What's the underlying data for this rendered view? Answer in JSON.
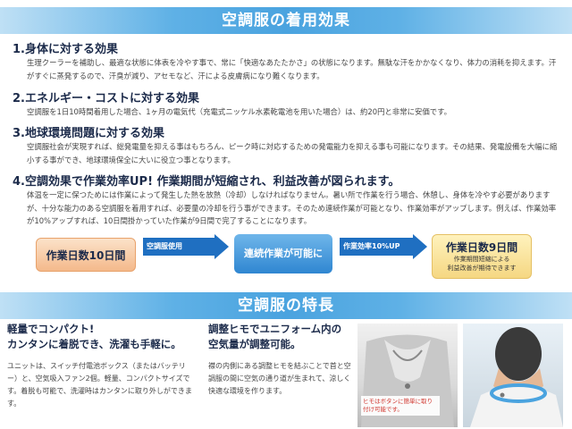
{
  "header": {
    "title": "空調服の着用効果"
  },
  "sections": [
    {
      "heading": "1.身体に対する効果",
      "body": "生理クーラーを補助し、最適な状態に体表を冷やす事で、常に「快適なあたたかさ」の状態になります。無駄な汗をかかなくなり、体力の消耗を抑えます。汗がすぐに蒸発するので、汗臭が減り、アセモなど、汗による皮膚病になり難くなります。"
    },
    {
      "heading": "2.エネルギー・コストに対する効果",
      "body": "空調服を1日10時間着用した場合、1ヶ月の電気代（充電式ニッケル水素乾電池を用いた場合）は、約20円と非常に安価です。"
    },
    {
      "heading": "3.地球環境問題に対する効果",
      "body": "空調服社会が実現すれば、総発電量を抑える事はもちろん、ピーク時に対応するための発電能力を抑える事も可能になります。その結果、発電設備を大幅に縮小する事ができ、地球環境保全に大いに役立つ事となります。"
    },
    {
      "heading": "4.空調効果で作業効率UP! 作業期間が短縮され、利益改善が図られます。",
      "body": "体温を一定に保つためには作業によって発生した熱を放熱（冷却）しなければなりません。暑い所で作業を行う場合、休憩し、身体を冷やす必要がありますが、十分な能力のある空調服を着用すれば、必要量の冷却を行う事ができます。そのため連続作業が可能となり、作業効率がアップします。例えば、作業効率が10%アップすれば、10日間掛かっていた作業が9日間で完了することになります。"
    }
  ],
  "flow": {
    "start": "作業日数10日間",
    "arrow1": "空調服使用",
    "middle": "連続作業が可能に",
    "arrow2": "作業効率10%UP",
    "end_title": "作業日数9日間",
    "end_sub1": "作業期間短縮による",
    "end_sub2": "利益改善が期待できます"
  },
  "features_header": {
    "title": "空調服の特長"
  },
  "features": [
    {
      "heading_line1": "軽量でコンパクト!",
      "heading_line2": "カンタンに着脱でき、洗濯も手軽に。",
      "body": "ユニットは、スイッチ付電池ボックス（またはバッテリー）と、空気吸入ファン2個。軽量、コンパクトサイズです。着脱も可能で、洗濯時はカンタンに取り外しができます。"
    },
    {
      "heading_line1": "調整ヒモでユニフォーム内の",
      "heading_line2": "空気量が調整可能。",
      "body": "襟の内側にある調整ヒモを結ぶことで首と空調服の間に空気の通り道が生まれて、涼しく快適な環境を作ります。"
    }
  ],
  "photo_caption": "ヒモはボタンに簡単に取り付け可能です。",
  "colors": {
    "banner": "#4aa3df",
    "arrow": "#1f6fc1",
    "heading": "#1b2a4a"
  }
}
